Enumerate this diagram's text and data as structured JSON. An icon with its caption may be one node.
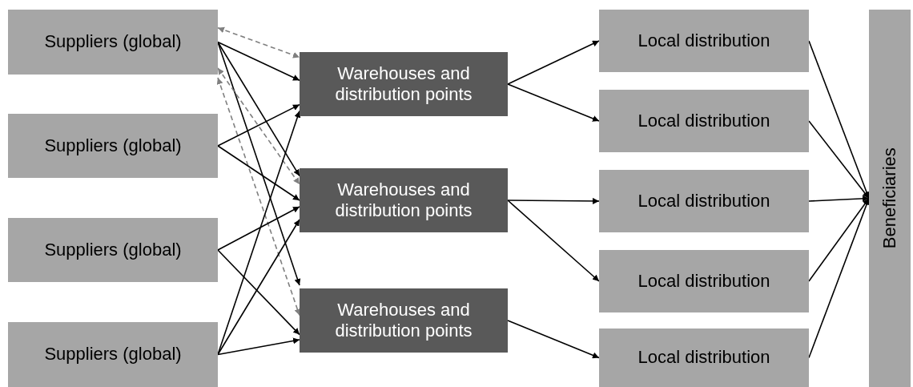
{
  "diagram": {
    "nodes": [
      {
        "text": [
          "Suppliers (global)"
        ]
      },
      {
        "text": [
          "Suppliers (global)"
        ]
      },
      {
        "text": [
          "Suppliers (global)"
        ]
      },
      {
        "text": [
          "Suppliers (global)"
        ]
      },
      {
        "text": [
          "Warehouses and distribution points"
        ]
      },
      {
        "text": [
          "Warehouses and distribution points"
        ]
      },
      {
        "text": [
          "Warehouses and distribution points"
        ]
      },
      {
        "text": [
          "Local distribution"
        ]
      },
      {
        "text": [
          "Local distribution"
        ]
      },
      {
        "text": [
          "Local distribution"
        ]
      },
      {
        "text": [
          "Local distribution"
        ]
      },
      {
        "text": [
          "Local distribution"
        ]
      },
      {
        "text": [
          "Beneficiaries"
        ]
      }
    ],
    "edges": [
      {
        "from": 0,
        "to": 4,
        "arrow": "to"
      },
      {
        "from": 0,
        "to": 5,
        "arrow": "to"
      },
      {
        "from": 0,
        "to": 6,
        "arrow": "to"
      },
      {
        "from": 0,
        "to": 4,
        "arrow": "both",
        "style": "dashed",
        "color": "#808080"
      },
      {
        "from": 0,
        "to": 5,
        "arrow": "both",
        "style": "dashed",
        "color": "#808080"
      },
      {
        "from": 0,
        "to": 6,
        "arrow": "both",
        "style": "dashed",
        "color": "#808080"
      },
      {
        "from": 1,
        "to": 4,
        "arrow": "to"
      },
      {
        "from": 1,
        "to": 5,
        "arrow": "to"
      },
      {
        "from": 2,
        "to": 5,
        "arrow": "to"
      },
      {
        "from": 2,
        "to": 6,
        "arrow": "to"
      },
      {
        "from": 3,
        "to": 4,
        "arrow": "to"
      },
      {
        "from": 3,
        "to": 5,
        "arrow": "to"
      },
      {
        "from": 3,
        "to": 6,
        "arrow": "to"
      },
      {
        "from": 4,
        "to": 7,
        "arrow": "to"
      },
      {
        "from": 4,
        "to": 8,
        "arrow": "to"
      },
      {
        "from": 5,
        "to": 9,
        "arrow": "to"
      },
      {
        "from": 5,
        "to": 10,
        "arrow": "to"
      },
      {
        "from": 6,
        "to": 11,
        "arrow": "to"
      },
      {
        "from": 7,
        "to": 12,
        "arrow": "to"
      },
      {
        "from": 8,
        "to": 12,
        "arrow": "to"
      },
      {
        "from": 9,
        "to": 12,
        "arrow": "to"
      },
      {
        "from": 10,
        "to": 12,
        "arrow": "to"
      },
      {
        "from": 11,
        "to": 12,
        "arrow": "to"
      }
    ]
  }
}
